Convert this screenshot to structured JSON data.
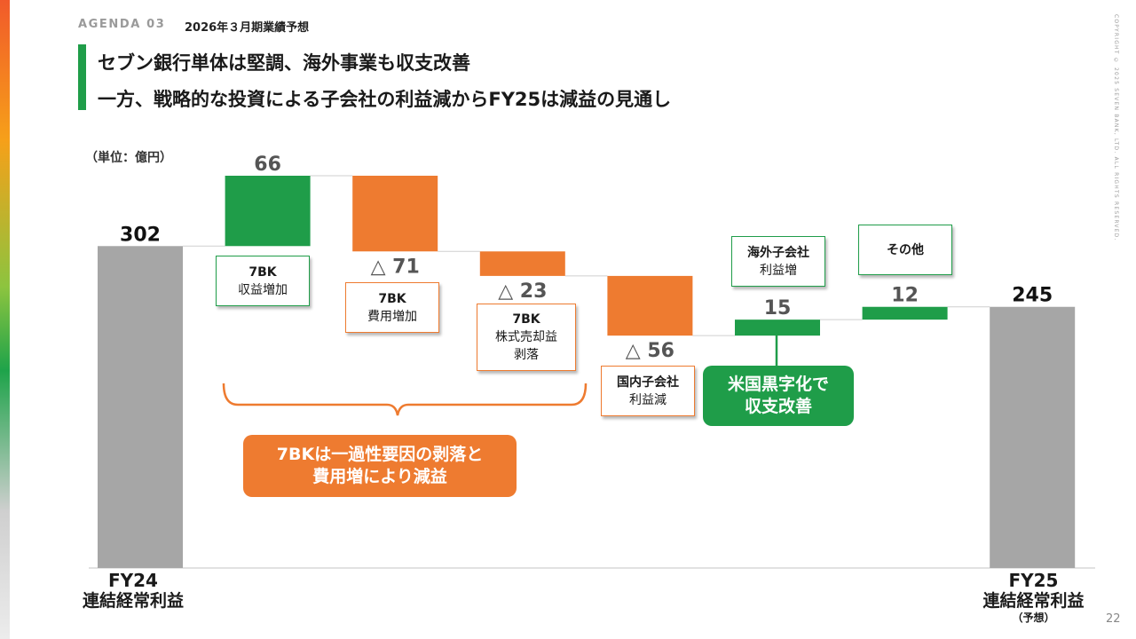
{
  "header": {
    "agenda": "AGENDA 03",
    "section": "2026年３月期業績予想",
    "title_line1": "セブン銀行単体は堅調、海外事業も収支改善",
    "title_line2": "一方、戦略的な投資による子会社の利益減からFY25は減益の見通し",
    "copyright": "COPYRIGHT © 2025  SEVEN BANK, LTD. ALL RIGHTS RESERVED."
  },
  "colors": {
    "total": "#a6a6a6",
    "increase": "#1f9d49",
    "decrease": "#ee7b30",
    "accent_bar": "#1f9d49"
  },
  "chart_data": {
    "type": "bar",
    "subtype": "waterfall",
    "unit_label": "（単位：億円）",
    "start": {
      "value": 302,
      "label": "302",
      "x_label_line1": "FY24",
      "x_label_line2": "連結経常利益"
    },
    "steps": [
      {
        "delta": 66,
        "label": "66",
        "box_lines": [
          "7BK",
          "収益増加"
        ]
      },
      {
        "delta": -71,
        "label": "△ 71",
        "box_lines": [
          "7BK",
          "費用増加"
        ]
      },
      {
        "delta": -23,
        "label": "△ 23",
        "box_lines": [
          "7BK",
          "株式売却益",
          "剥落"
        ]
      },
      {
        "delta": -56,
        "label": "△ 56",
        "box_lines": [
          "国内子会社",
          "利益減"
        ]
      },
      {
        "delta": 15,
        "label": "15",
        "box_lines": [
          "海外子会社",
          "利益増"
        ]
      },
      {
        "delta": 12,
        "label": "12",
        "box_lines": [
          "その他"
        ]
      }
    ],
    "end": {
      "value": 245,
      "label": "245",
      "x_label_line1": "FY25",
      "x_label_line2": "連結経常利益",
      "x_label_line3": "（予想）"
    }
  },
  "callouts": {
    "orange_line1": "7BKは一過性要因の剥落と",
    "orange_line2": "費用増により減益",
    "green_line1": "米国黒字化で",
    "green_line2": "収支改善"
  },
  "page_number": "22"
}
